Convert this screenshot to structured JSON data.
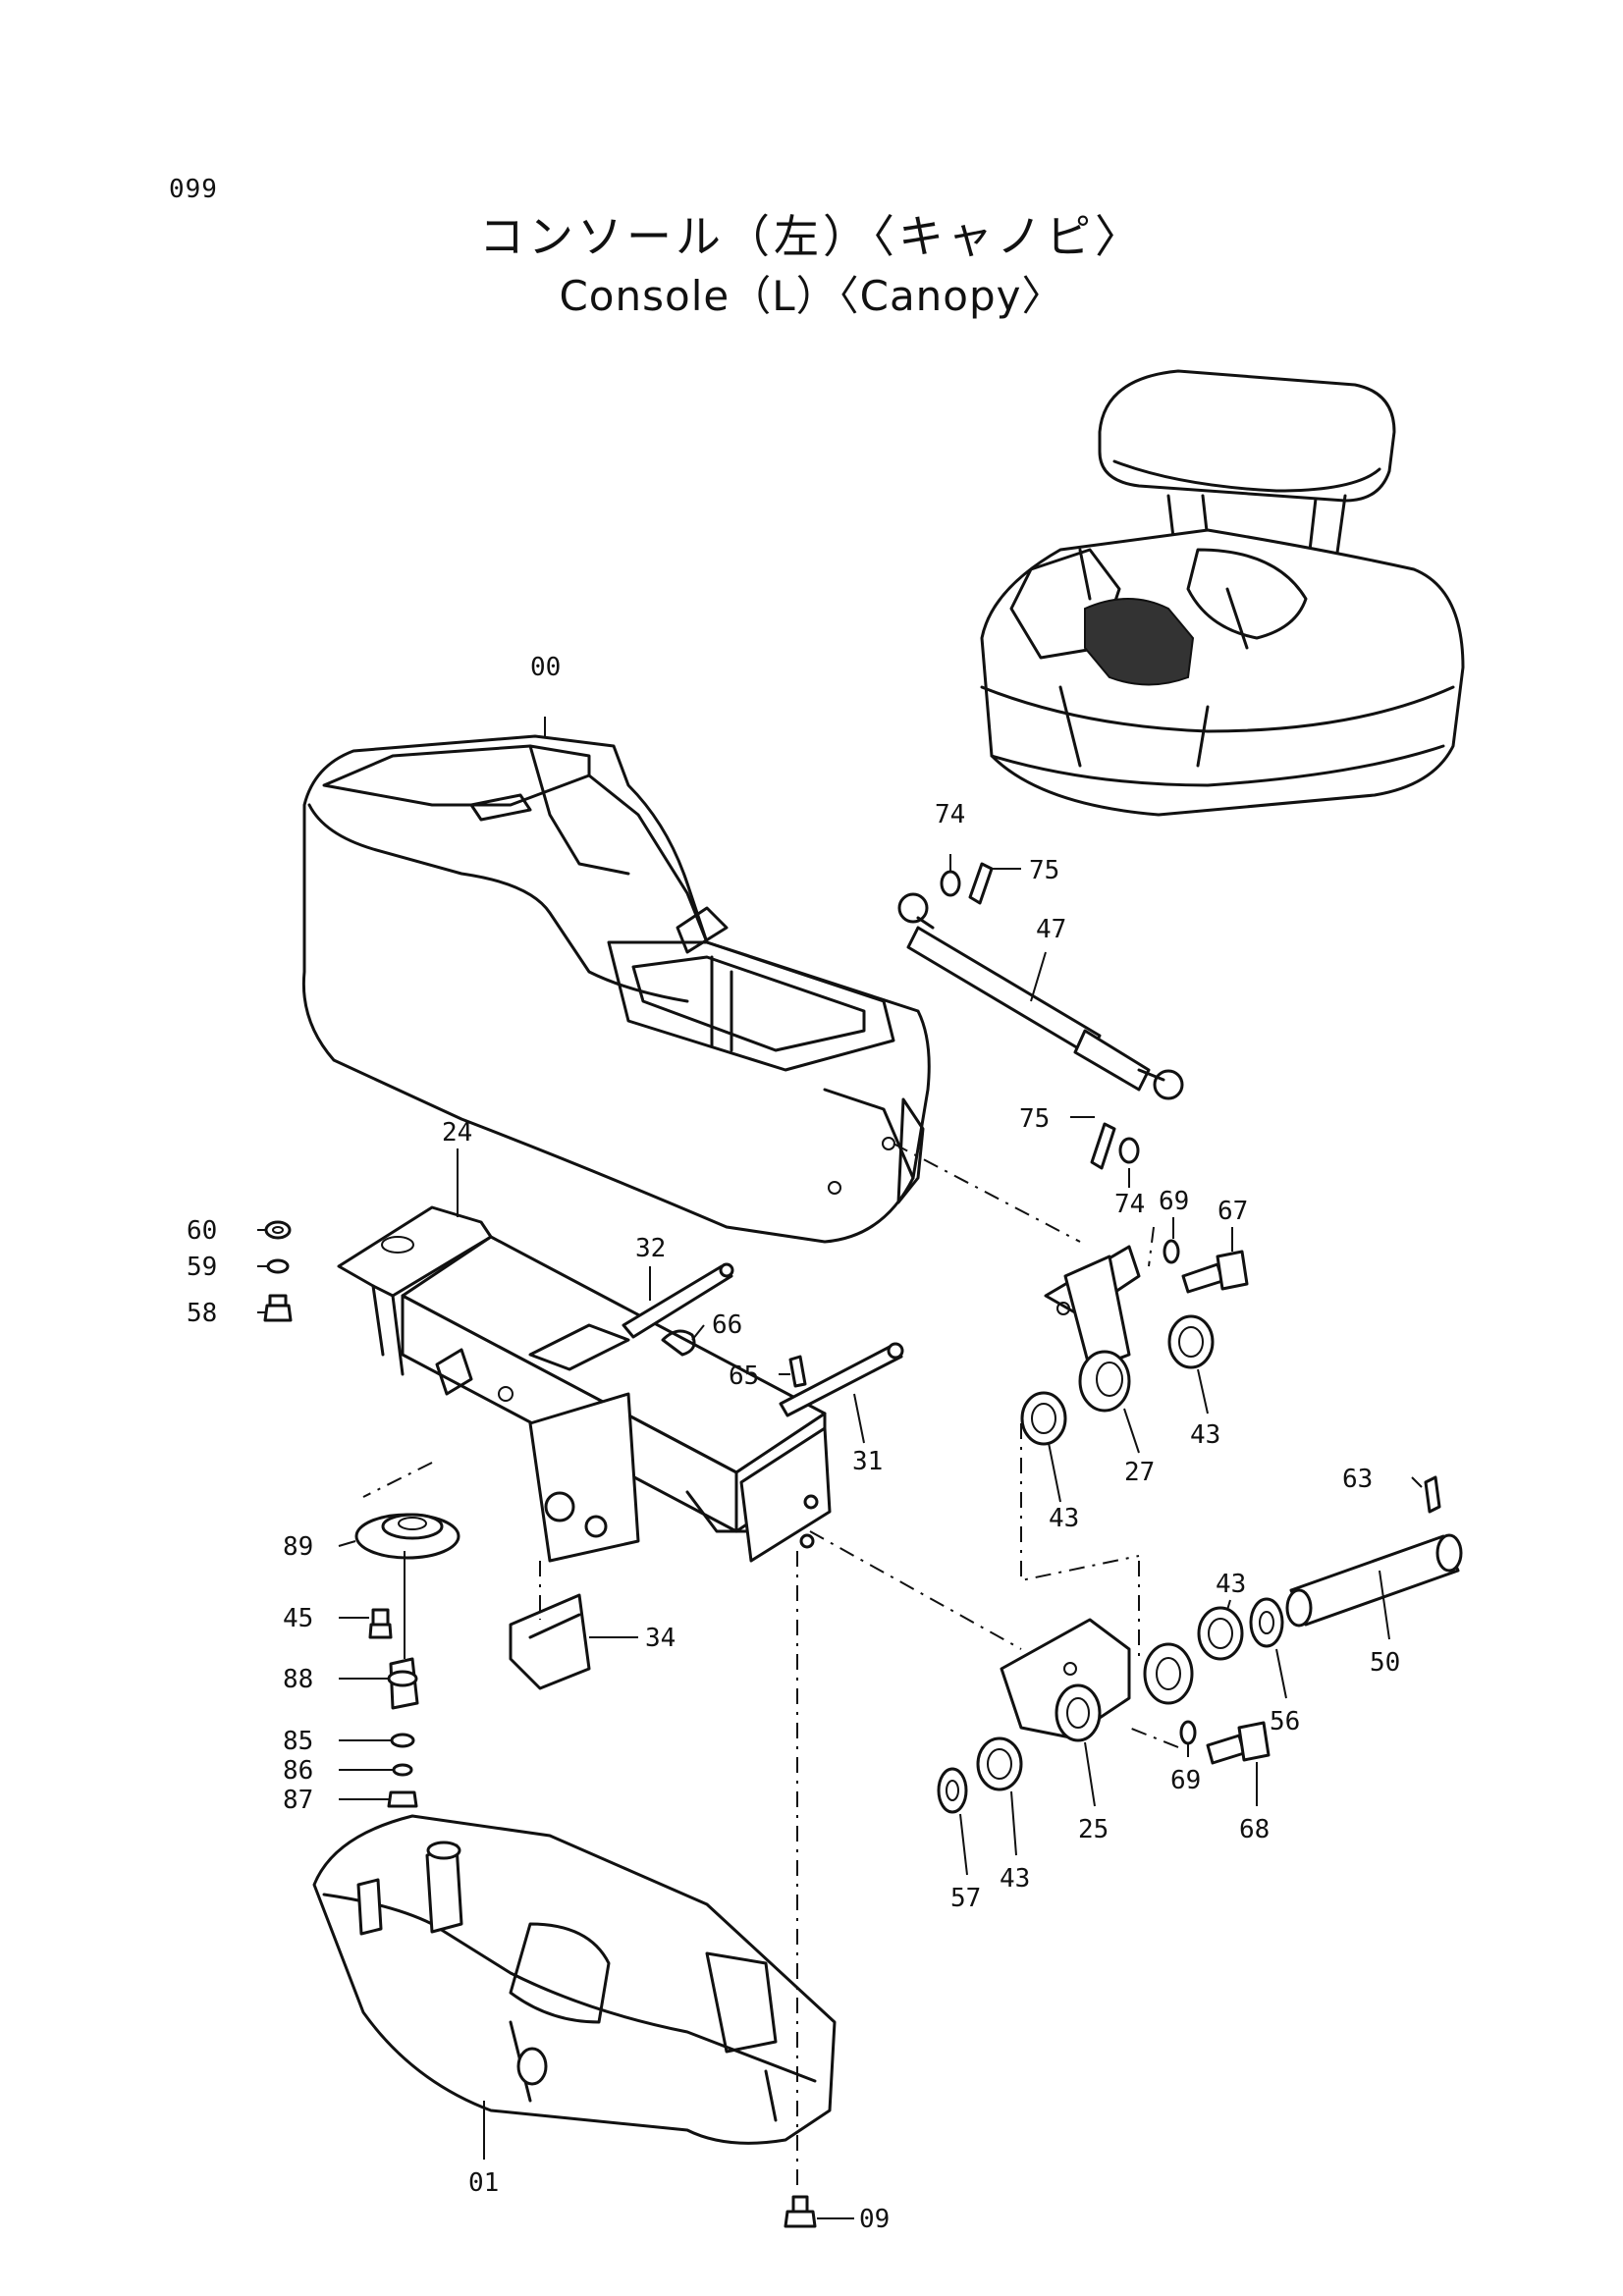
{
  "page_number": "099",
  "title_jp": "コンソール（左）〈キャノピ〉",
  "title_en": "Console（L）〈Canopy〉",
  "callouts": [
    "00",
    "74",
    "75",
    "47",
    "75",
    "74",
    "24",
    "60",
    "59",
    "58",
    "32",
    "66",
    "65",
    "31",
    "69",
    "67",
    "43",
    "27",
    "43",
    "63",
    "89",
    "45",
    "88",
    "85",
    "86",
    "87",
    "34",
    "43",
    "50",
    "56",
    "69",
    "68",
    "25",
    "57",
    "43",
    "01",
    "09"
  ]
}
